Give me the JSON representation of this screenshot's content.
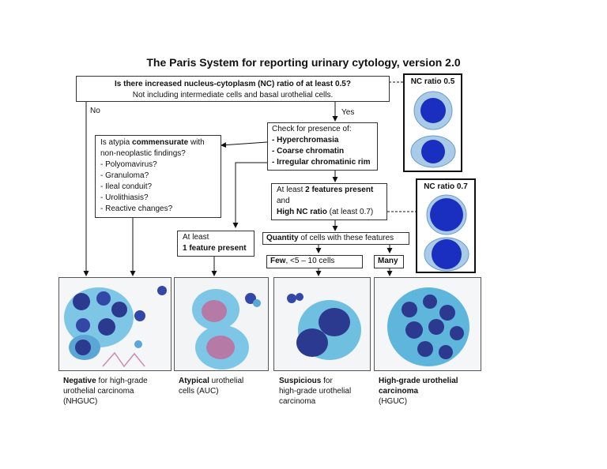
{
  "title": "The Paris System for reporting urinary cytology, version 2.0",
  "q1": {
    "line1": "Is there increased nucleus-cytoplasm (NC) ratio of at least 0.5?",
    "line2": "Not including intermediate cells and basal urothelial cells."
  },
  "labels": {
    "no": "No",
    "yes": "Yes"
  },
  "check": {
    "line1": "Check for presence of:",
    "items": [
      "- Hyperchromasia",
      "- Coarse chromatin",
      "- Irregular chromatinic rim"
    ]
  },
  "atypia": {
    "line1a": "Is atypia ",
    "line1b": "commensurate",
    "line1c": " with",
    "line2": "non-neoplastic findings?",
    "items": [
      "- Polyomavirus?",
      "- Granuloma?",
      "- Ileal conduit?",
      "- Urolithiasis?",
      "- Reactive changes?"
    ]
  },
  "two_features": {
    "l1a": "At least ",
    "l1b": "2 features present",
    "l2": "and",
    "l3a": "High NC ratio",
    "l3b": " (at least 0.7)"
  },
  "one_feature": {
    "l1": "At least",
    "l2": "1 feature present"
  },
  "quantity": {
    "a": "Quantity",
    "b": " of cells with these features"
  },
  "few": {
    "a": "Few",
    "b": ", <5 – 10 cells"
  },
  "many": "Many",
  "nc05": {
    "label": "NC ratio 0.5"
  },
  "nc07": {
    "label": "NC ratio 0.7"
  },
  "captions": {
    "nhguc": {
      "a": "Negative",
      "b": " for high-grade",
      "c": "urothelial carcinoma",
      "d": "(NHGUC)"
    },
    "auc": {
      "a": "Atypical",
      "b": " urothelial",
      "c": "cells (AUC)"
    },
    "shguc": {
      "a": "Suspicious",
      "b": " for",
      "c": "high-grade urothelial",
      "d": "carcinoma"
    },
    "hguc": {
      "a": "High-grade urothelial",
      "b": "carcinoma",
      "c": "(HGUC)"
    }
  },
  "colors": {
    "nucleus": "#1a2fbf",
    "cytoplasm": "#a9cbe8",
    "cell_blue": "#5aa7d6",
    "cell_dark": "#2b3a8f",
    "cell_pink": "#c98fb2"
  }
}
